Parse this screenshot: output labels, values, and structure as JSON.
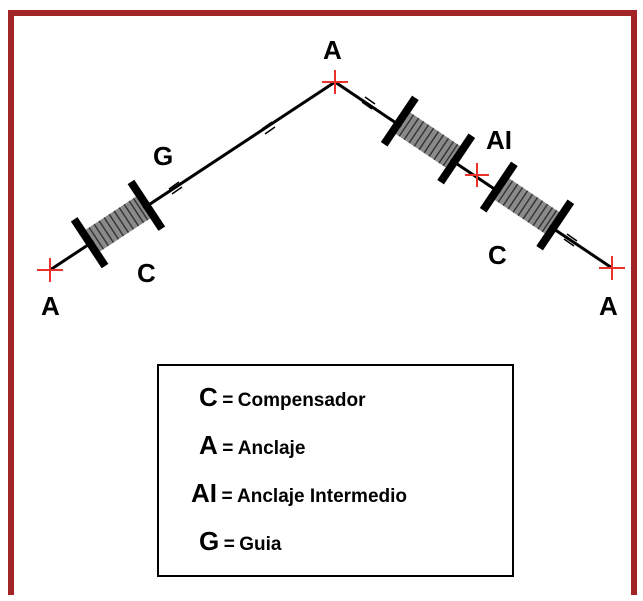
{
  "diagram": {
    "labels": {
      "a_top": "A",
      "a_left": "A",
      "a_right": "A",
      "ai": "AI",
      "g": "G",
      "c_left": "C",
      "c_right": "C"
    }
  },
  "legend": {
    "items": [
      {
        "symbol": "C",
        "equals": "=",
        "text": "Compensador"
      },
      {
        "symbol": "A",
        "equals": "=",
        "text": "Anclaje"
      },
      {
        "symbol": "AI",
        "equals": "=",
        "text": "Anclaje Intermedio"
      },
      {
        "symbol": "G",
        "equals": "=",
        "text": "Guia"
      }
    ]
  },
  "colors": {
    "frame": "#a32424",
    "anchor_marker": "#e8322a",
    "line": "#000000",
    "coil": "#7a7a7a"
  }
}
